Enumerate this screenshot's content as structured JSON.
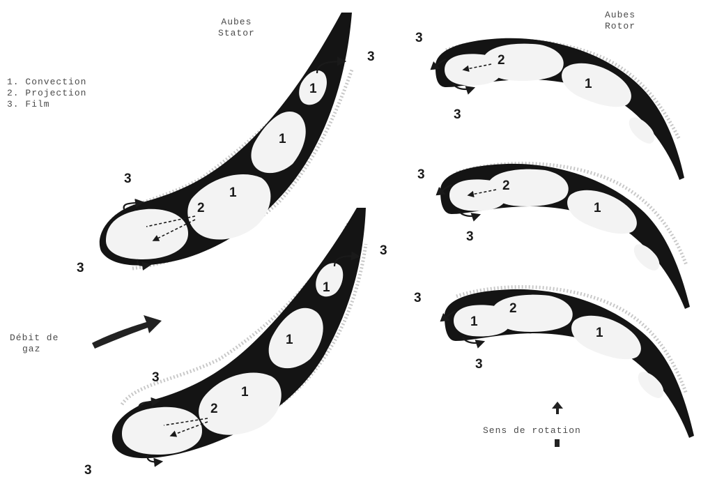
{
  "legend": {
    "items": [
      "1.  Convection",
      "2.  Projection",
      "3.  Film"
    ]
  },
  "headers": {
    "stator": [
      "Aubes",
      "Stator"
    ],
    "rotor": [
      "Aubes",
      "Rotor"
    ]
  },
  "gas_flow": {
    "lines": [
      "Débit de",
      "gaz"
    ]
  },
  "rotation": {
    "label": "Sens de rotation"
  },
  "markers": {
    "one": "1",
    "two": "2",
    "three": "3"
  }
}
